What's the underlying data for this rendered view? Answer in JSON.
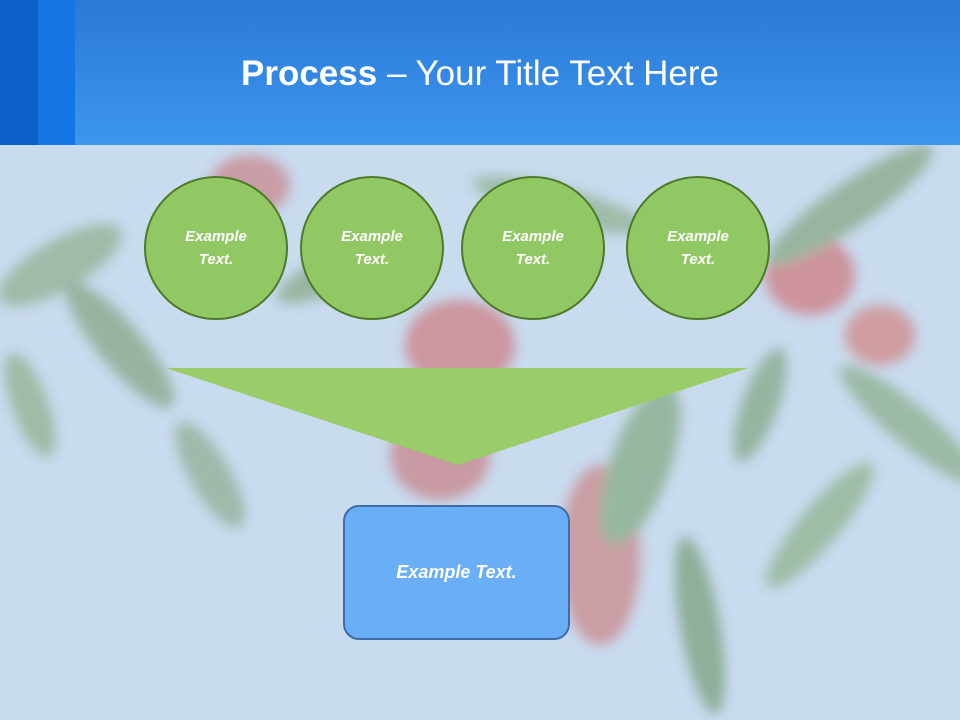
{
  "slide": {
    "title_bold": "Process",
    "title_rest": " – Your Title Text Here"
  },
  "circles": [
    {
      "label": "Example Text."
    },
    {
      "label": "Example Text."
    },
    {
      "label": "Example Text."
    },
    {
      "label": "Example Text."
    }
  ],
  "result_box": {
    "label": "Example Text."
  },
  "colors": {
    "header": "#3d95ef",
    "circle_fill": "#92c863",
    "circle_border": "#4d7a2a",
    "funnel": "#9bcc6a",
    "box_fill": "#6aaef5",
    "box_border": "#3f6ca6"
  }
}
